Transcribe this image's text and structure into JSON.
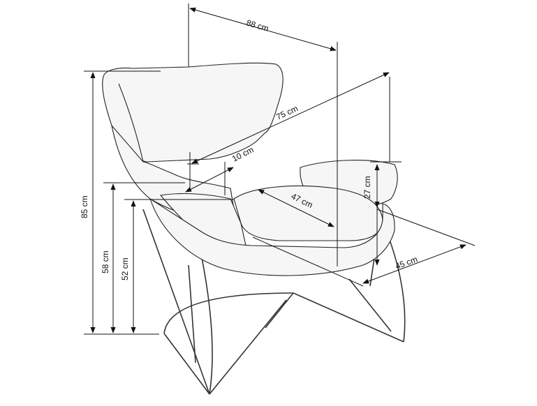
{
  "dimensions": [
    {
      "id": "overall_width",
      "label": "88 cm"
    },
    {
      "id": "diagonal_depth",
      "label": "75 cm"
    },
    {
      "id": "cushion_thickness",
      "label": "10 cm"
    },
    {
      "id": "seat_depth",
      "label": "47 cm"
    },
    {
      "id": "armrest_height",
      "label": "27 cm"
    },
    {
      "id": "seat_width",
      "label": "45 cm"
    },
    {
      "id": "overall_height",
      "label": "85 cm"
    },
    {
      "id": "armrest_floor_height",
      "label": "58 cm"
    },
    {
      "id": "seat_height",
      "label": "52 cm"
    }
  ]
}
